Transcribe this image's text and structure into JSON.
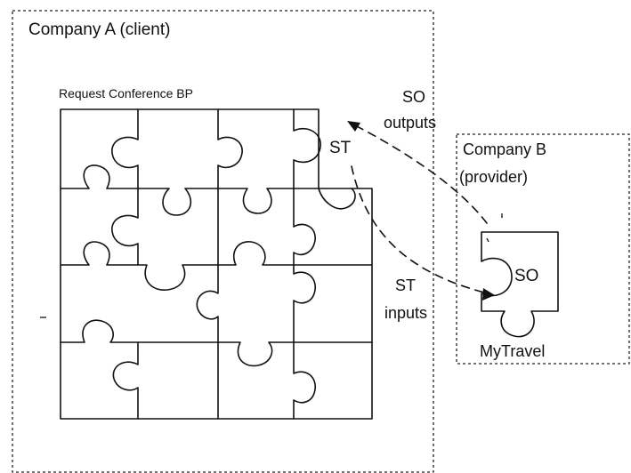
{
  "diagram": {
    "company_a_label": "Company A (client)",
    "company_b_label": "Company B",
    "company_b_role": "(provider)",
    "process_label": "Request Conference BP",
    "so_outputs_line1": "SO",
    "so_outputs_line2": "outputs",
    "st_top_label": "ST",
    "st_inputs_line1": "ST",
    "st_inputs_line2": "inputs",
    "service_piece_label": "SO",
    "service_name": "MyTravel"
  }
}
